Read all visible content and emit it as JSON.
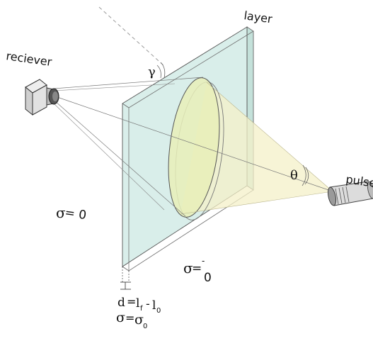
{
  "labels": {
    "layer": "layer",
    "reciever": "reciever",
    "pulse": "pulse",
    "gamma": "γ",
    "theta": "θ",
    "sigma_left_symbol": "σ",
    "sigma_left_rest": "= 0",
    "sigma_right_symbol": "σ",
    "sigma_right_eq": "=",
    "sigma_right_sup": "-",
    "sigma_right_value": "0",
    "thickness_eq": {
      "d": "d",
      "equals": "=",
      "l": "l",
      "sub_f": "f",
      "minus": "-",
      "sub_0": "0"
    },
    "sigma_layer_eq": {
      "sigma": "σ",
      "equals": "=",
      "sigma2": "σ",
      "sub": "0"
    }
  },
  "colors": {
    "layer_face": "#d6ede8",
    "layer_edge": "#aacdc5",
    "beam": "#f4f0c8",
    "ellipse_fill": "#e8eeb8",
    "line": "#555555",
    "dash": "#9a9a9a",
    "text": "#111111"
  },
  "icons": {
    "receiver": "camera-receiver-icon",
    "pulse_source": "pulse-emitter-icon"
  }
}
